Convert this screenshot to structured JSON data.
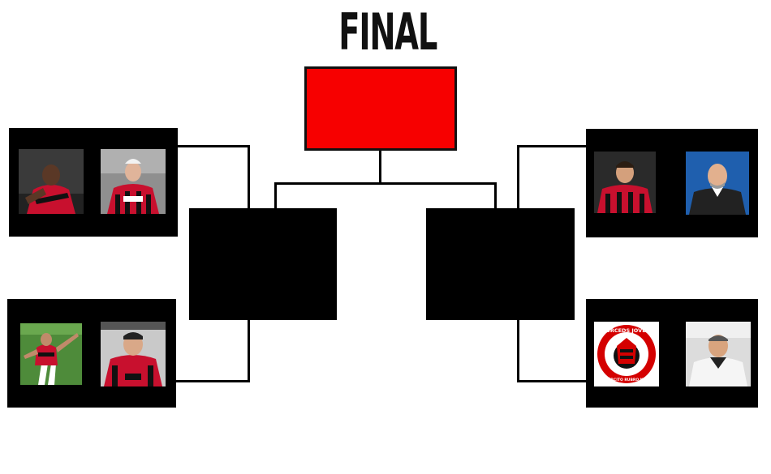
{
  "title": "FINAL",
  "colors": {
    "final_box": "#f70000",
    "boxes": "#000000",
    "background": "#ffffff"
  },
  "bracket": {
    "left_matches": [
      {
        "players": [
          "player-photo-1",
          "player-photo-2"
        ]
      },
      {
        "players": [
          "player-photo-3",
          "player-photo-4"
        ]
      }
    ],
    "right_matches": [
      {
        "players": [
          "player-photo-5",
          "coach-photo-6"
        ]
      },
      {
        "players": [
          "fan-club-crest-7",
          "executive-photo-8"
        ]
      }
    ]
  },
  "crest_text": {
    "top": "TORCEDS JOVEM",
    "bottom": "O EXÉRCITO RUBRO NEGRO"
  }
}
